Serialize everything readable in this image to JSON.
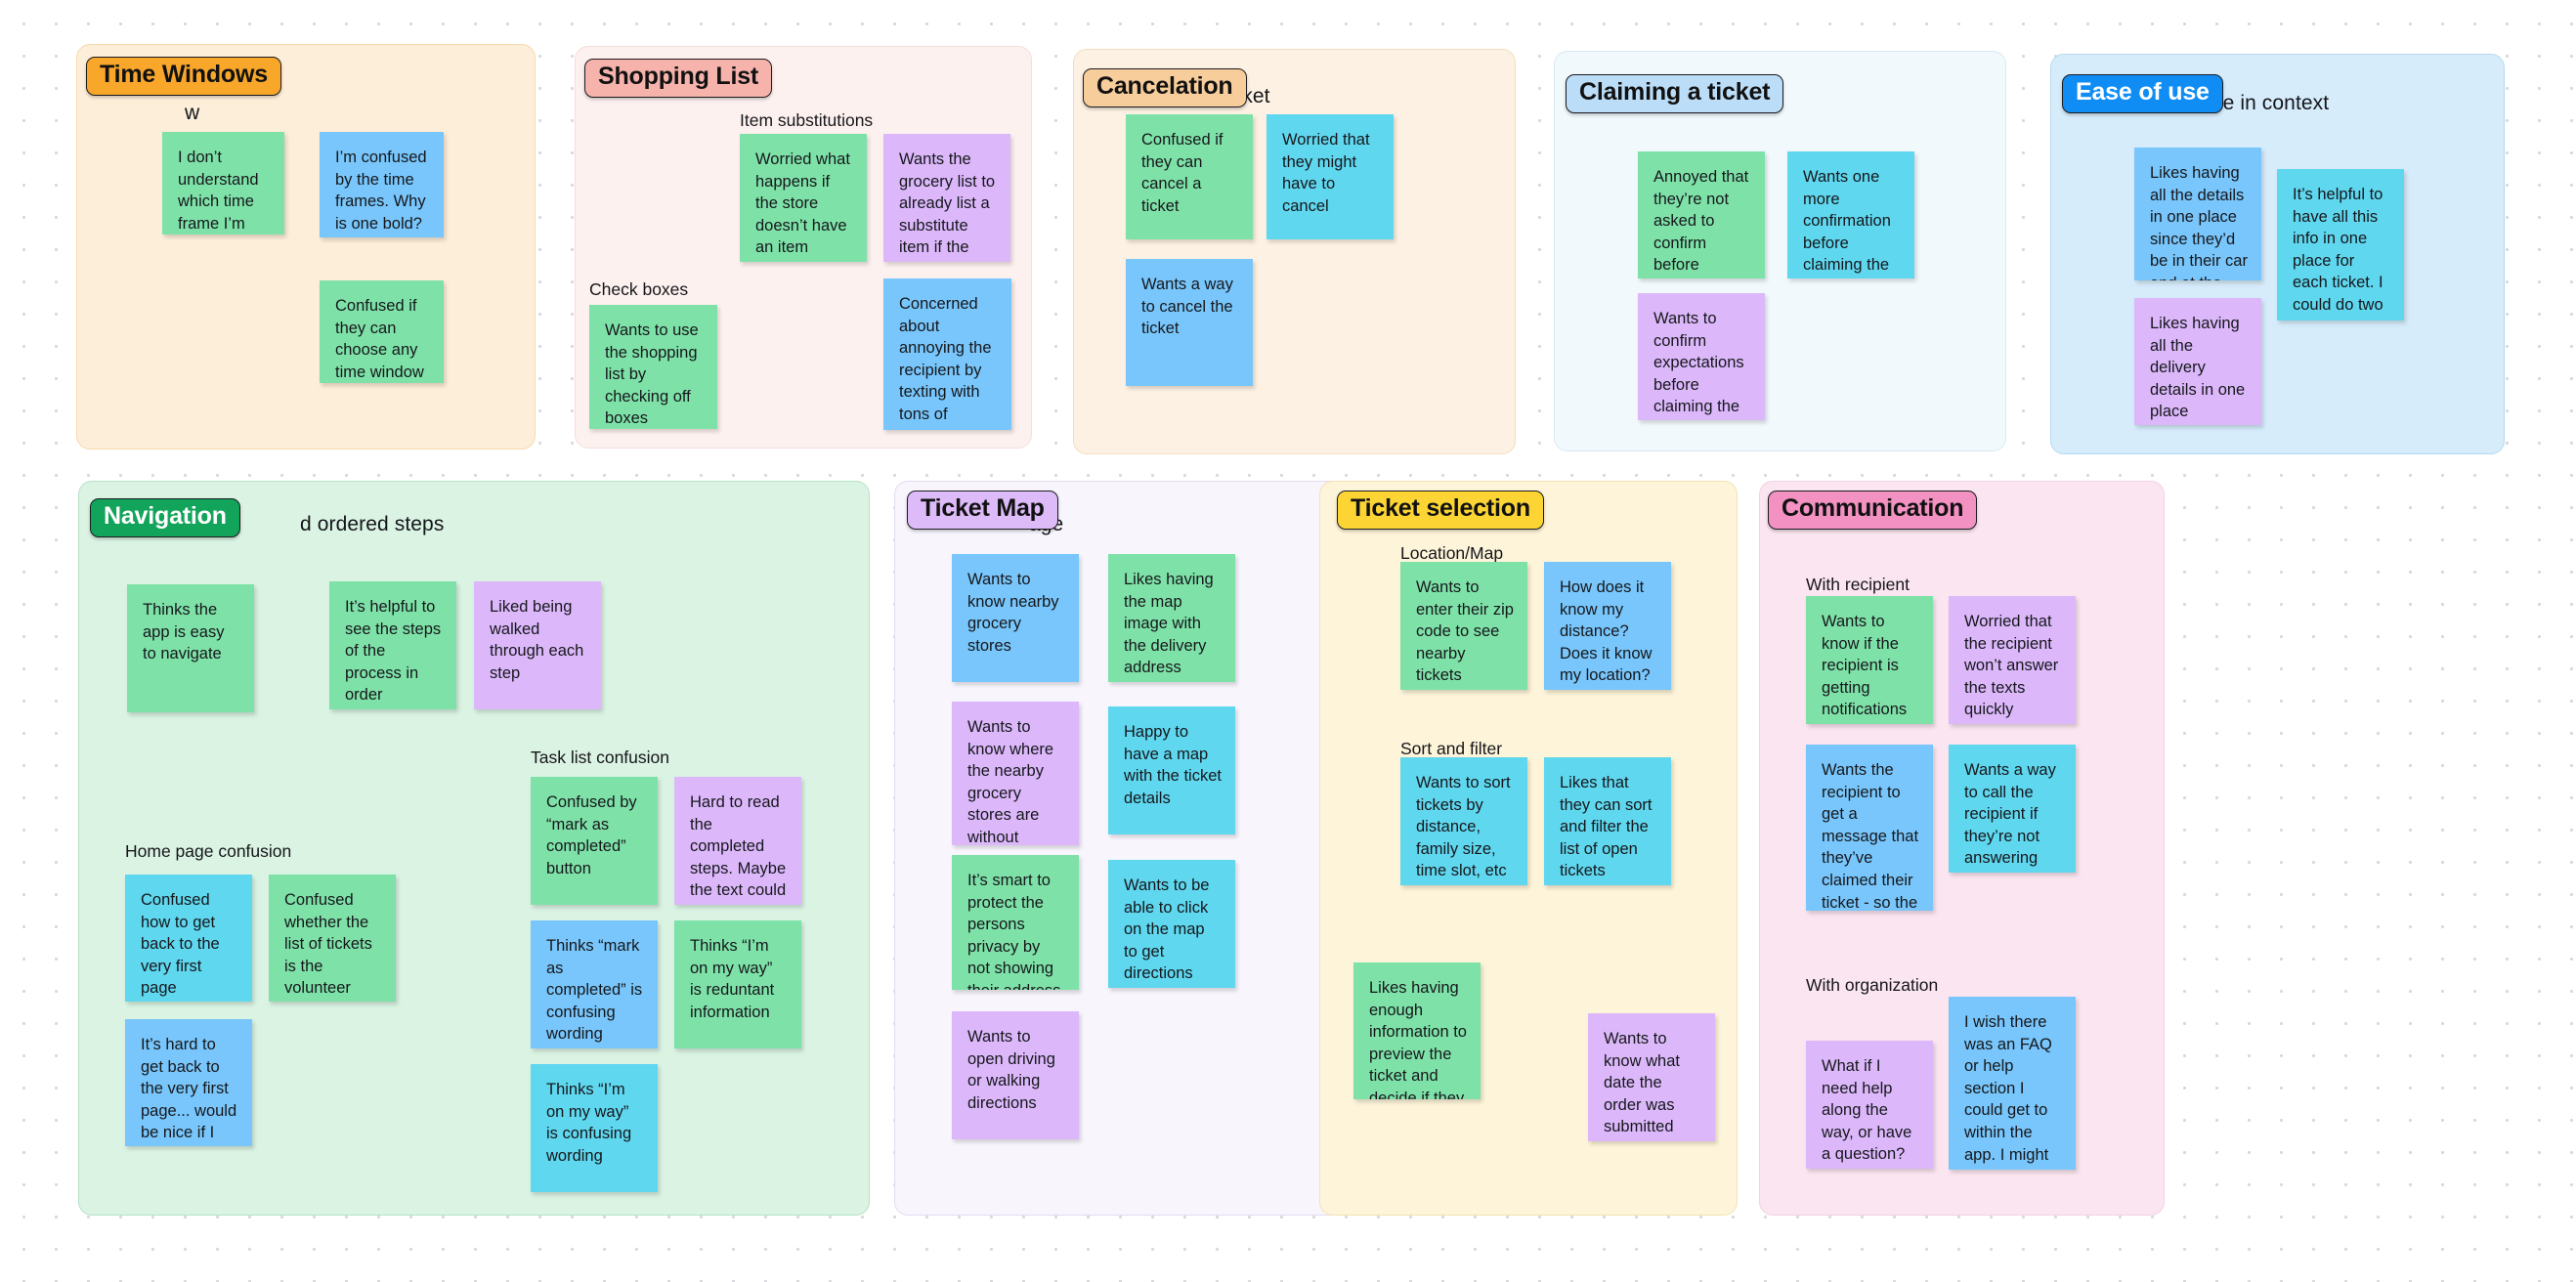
{
  "board": {
    "background_color": "#ffffff",
    "grid_dot_color": "#d9d9dd"
  },
  "note_colors": {
    "green": "#7ee2a8",
    "cyan": "#5fd7ef",
    "blue": "#78c6fb",
    "purple": "#dcb8fb"
  },
  "panels": [
    {
      "id": "time-windows",
      "sticker": "Time Windows",
      "sticker_color": "#f9a72b",
      "heading_visible_tail": "w",
      "panel_color": "#fdeed9",
      "border_color": "#f6d9ae",
      "groups": [],
      "notes": [
        {
          "text": "I don’t understand which time frame I’m supposed to go during",
          "color": "green"
        },
        {
          "text": "I’m confused by the time frames. Why is one bold?",
          "color": "blue"
        },
        {
          "text": "Confused if they can choose any time window",
          "color": "green"
        }
      ]
    },
    {
      "id": "shopping-list",
      "sticker": "Shopping List",
      "sticker_color": "#f6b3ac",
      "heading_visible_tail": "",
      "panel_color": "#fdf1ef",
      "border_color": "#f5dedb",
      "groups": [
        "Item substitutions",
        "Check boxes"
      ],
      "notes": [
        {
          "text": "Worried what happens if the store doesn’t have an item",
          "color": "green"
        },
        {
          "text": "Wants the grocery list to already list a substitute item if the store is out",
          "color": "purple"
        },
        {
          "text": "Wants to use the shopping list by checking off boxes",
          "color": "green"
        },
        {
          "text": "Concerned about annoying the recipient by texting with tons of questions if the store is out of something",
          "color": "blue"
        }
      ]
    },
    {
      "id": "cancelation",
      "sticker": "Cancelation",
      "sticker_color": "#f7cd9b",
      "heading_visible_tail": "ticket",
      "panel_color": "#fdf1e3",
      "border_color": "#f4ddbf",
      "groups": [],
      "notes": [
        {
          "text": "Confused if they can cancel a ticket",
          "color": "green"
        },
        {
          "text": "Worried that they might have to cancel",
          "color": "cyan"
        },
        {
          "text": "Wants a way to cancel the ticket",
          "color": "blue"
        }
      ]
    },
    {
      "id": "claiming-a-ticket",
      "sticker": "Claiming a ticket",
      "sticker_color": "#bcddf7",
      "heading_visible_tail": "",
      "panel_color": "#f2f9fd",
      "border_color": "#d9e9f3",
      "groups": [],
      "notes": [
        {
          "text": "Annoyed that they’re not asked to confirm before claiming the ticket",
          "color": "green"
        },
        {
          "text": "Wants one more confirmation before claiming the ticket",
          "color": "cyan"
        },
        {
          "text": "Wants to confirm expectations before claiming the ticket",
          "color": "purple"
        }
      ]
    },
    {
      "id": "ease-of-use",
      "sticker": "Ease of use",
      "sticker_color": "#0f8df5",
      "sticker_text_color": "#ffffff",
      "heading_visible_tail": "se in context",
      "panel_color": "#d6ecfb",
      "border_color": "#b6d9ef",
      "groups": [],
      "notes": [
        {
          "text": "Likes having all the details in one place since they’d be in their car and at the grocery store.",
          "color": "blue"
        },
        {
          "text": "It’s helpful to have all this info in one place for each ticket. I could do two at a time and have all the details for each.",
          "color": "cyan"
        },
        {
          "text": "Likes having all the delivery details in one place",
          "color": "purple"
        }
      ]
    },
    {
      "id": "navigation",
      "sticker": "Navigation",
      "sticker_color": "#12a45a",
      "sticker_text_color": "#ffffff",
      "heading_visible_tail": "d ordered steps",
      "panel_color": "#daf3e3",
      "border_color": "#b7e2c8",
      "groups": [
        "Task list confusion",
        "Home page confusion"
      ],
      "notes": [
        {
          "text": "Thinks the app is easy to navigate",
          "color": "green"
        },
        {
          "text": "It’s helpful to see the steps of the process in order",
          "color": "green"
        },
        {
          "text": "Liked being walked through each step",
          "color": "purple"
        },
        {
          "text": "Confused by “mark as completed” button",
          "color": "green"
        },
        {
          "text": "Hard to read the completed steps. Maybe the text could just change.",
          "color": "purple"
        },
        {
          "text": "Thinks “mark as completed” is confusing wording",
          "color": "blue"
        },
        {
          "text": "Thinks “I’m on my way” is reduntant information",
          "color": "green"
        },
        {
          "text": "Thinks “I’m on my way” is confusing wording",
          "color": "cyan"
        },
        {
          "text": "Confused how to get back to the very first page",
          "color": "cyan"
        },
        {
          "text": "Confused whether the list of tickets is the volunteer home page",
          "color": "green"
        },
        {
          "text": "It’s hard to get back to the very first page... would be nice if I could click a logo",
          "color": "blue"
        }
      ]
    },
    {
      "id": "ticket-map",
      "sticker": "Ticket Map",
      "sticker_color": "#ddbbf8",
      "heading_visible_tail": "age",
      "panel_color": "#f8f5fd",
      "border_color": "#e4dcf0",
      "groups": [],
      "notes": [
        {
          "text": "Wants to know nearby grocery stores",
          "color": "blue"
        },
        {
          "text": "Likes having the map image with the delivery address",
          "color": "green"
        },
        {
          "text": "Wants to know where the nearby grocery stores are without opening a separate map app",
          "color": "purple"
        },
        {
          "text": "Happy to have a map with the ticket details",
          "color": "cyan"
        },
        {
          "text": "It’s smart to protect the persons privacy by not showing their address right away",
          "color": "green"
        },
        {
          "text": "Wants to be able to click on the map to get directions",
          "color": "cyan"
        },
        {
          "text": "Wants to open driving or walking directions",
          "color": "purple"
        }
      ]
    },
    {
      "id": "ticket-selection",
      "sticker": "Ticket selection",
      "sticker_color": "#fcd535",
      "heading_visible_tail": "",
      "panel_color": "#fdf4d9",
      "border_color": "#f3e2b4",
      "groups": [
        "Location/Map",
        "Sort and filter"
      ],
      "notes": [
        {
          "text": "Wants to enter their zip code to see nearby tickets",
          "color": "green"
        },
        {
          "text": "How does it know my distance? Does it know my location?",
          "color": "blue"
        },
        {
          "text": "Wants to sort tickets by distance, family size, time slot, etc",
          "color": "cyan"
        },
        {
          "text": "Likes that they can sort and filter the list of open tickets",
          "color": "cyan"
        },
        {
          "text": "Likes having enough information to preview the ticket and decide if they can do it",
          "color": "green"
        },
        {
          "text": "Wants to know what date the order was submitted",
          "color": "purple"
        }
      ]
    },
    {
      "id": "communication",
      "sticker": "Communication",
      "sticker_color": "#f291c2",
      "heading_visible_tail": "",
      "panel_color": "#fbe5f0",
      "border_color": "#f2d2e3",
      "groups": [
        "With recipient",
        "With organization"
      ],
      "notes": [
        {
          "text": "Wants to know if the recipient is getting notifications of the status",
          "color": "green"
        },
        {
          "text": "Worried that the recipient won’t answer the texts quickly",
          "color": "purple"
        },
        {
          "text": "Wants the recipient to get a message that they’ve claimed their ticket - so the know who is texting them about it",
          "color": "blue"
        },
        {
          "text": "Wants a way to call the recipient if they’re not answering the texts",
          "color": "cyan"
        },
        {
          "text": "What if I need help along the way, or have a question?",
          "color": "purple"
        },
        {
          "text": "I wish there was an FAQ or help section I could get to within the app. I might have a problem and need to contact the organization.",
          "color": "blue"
        }
      ]
    }
  ]
}
